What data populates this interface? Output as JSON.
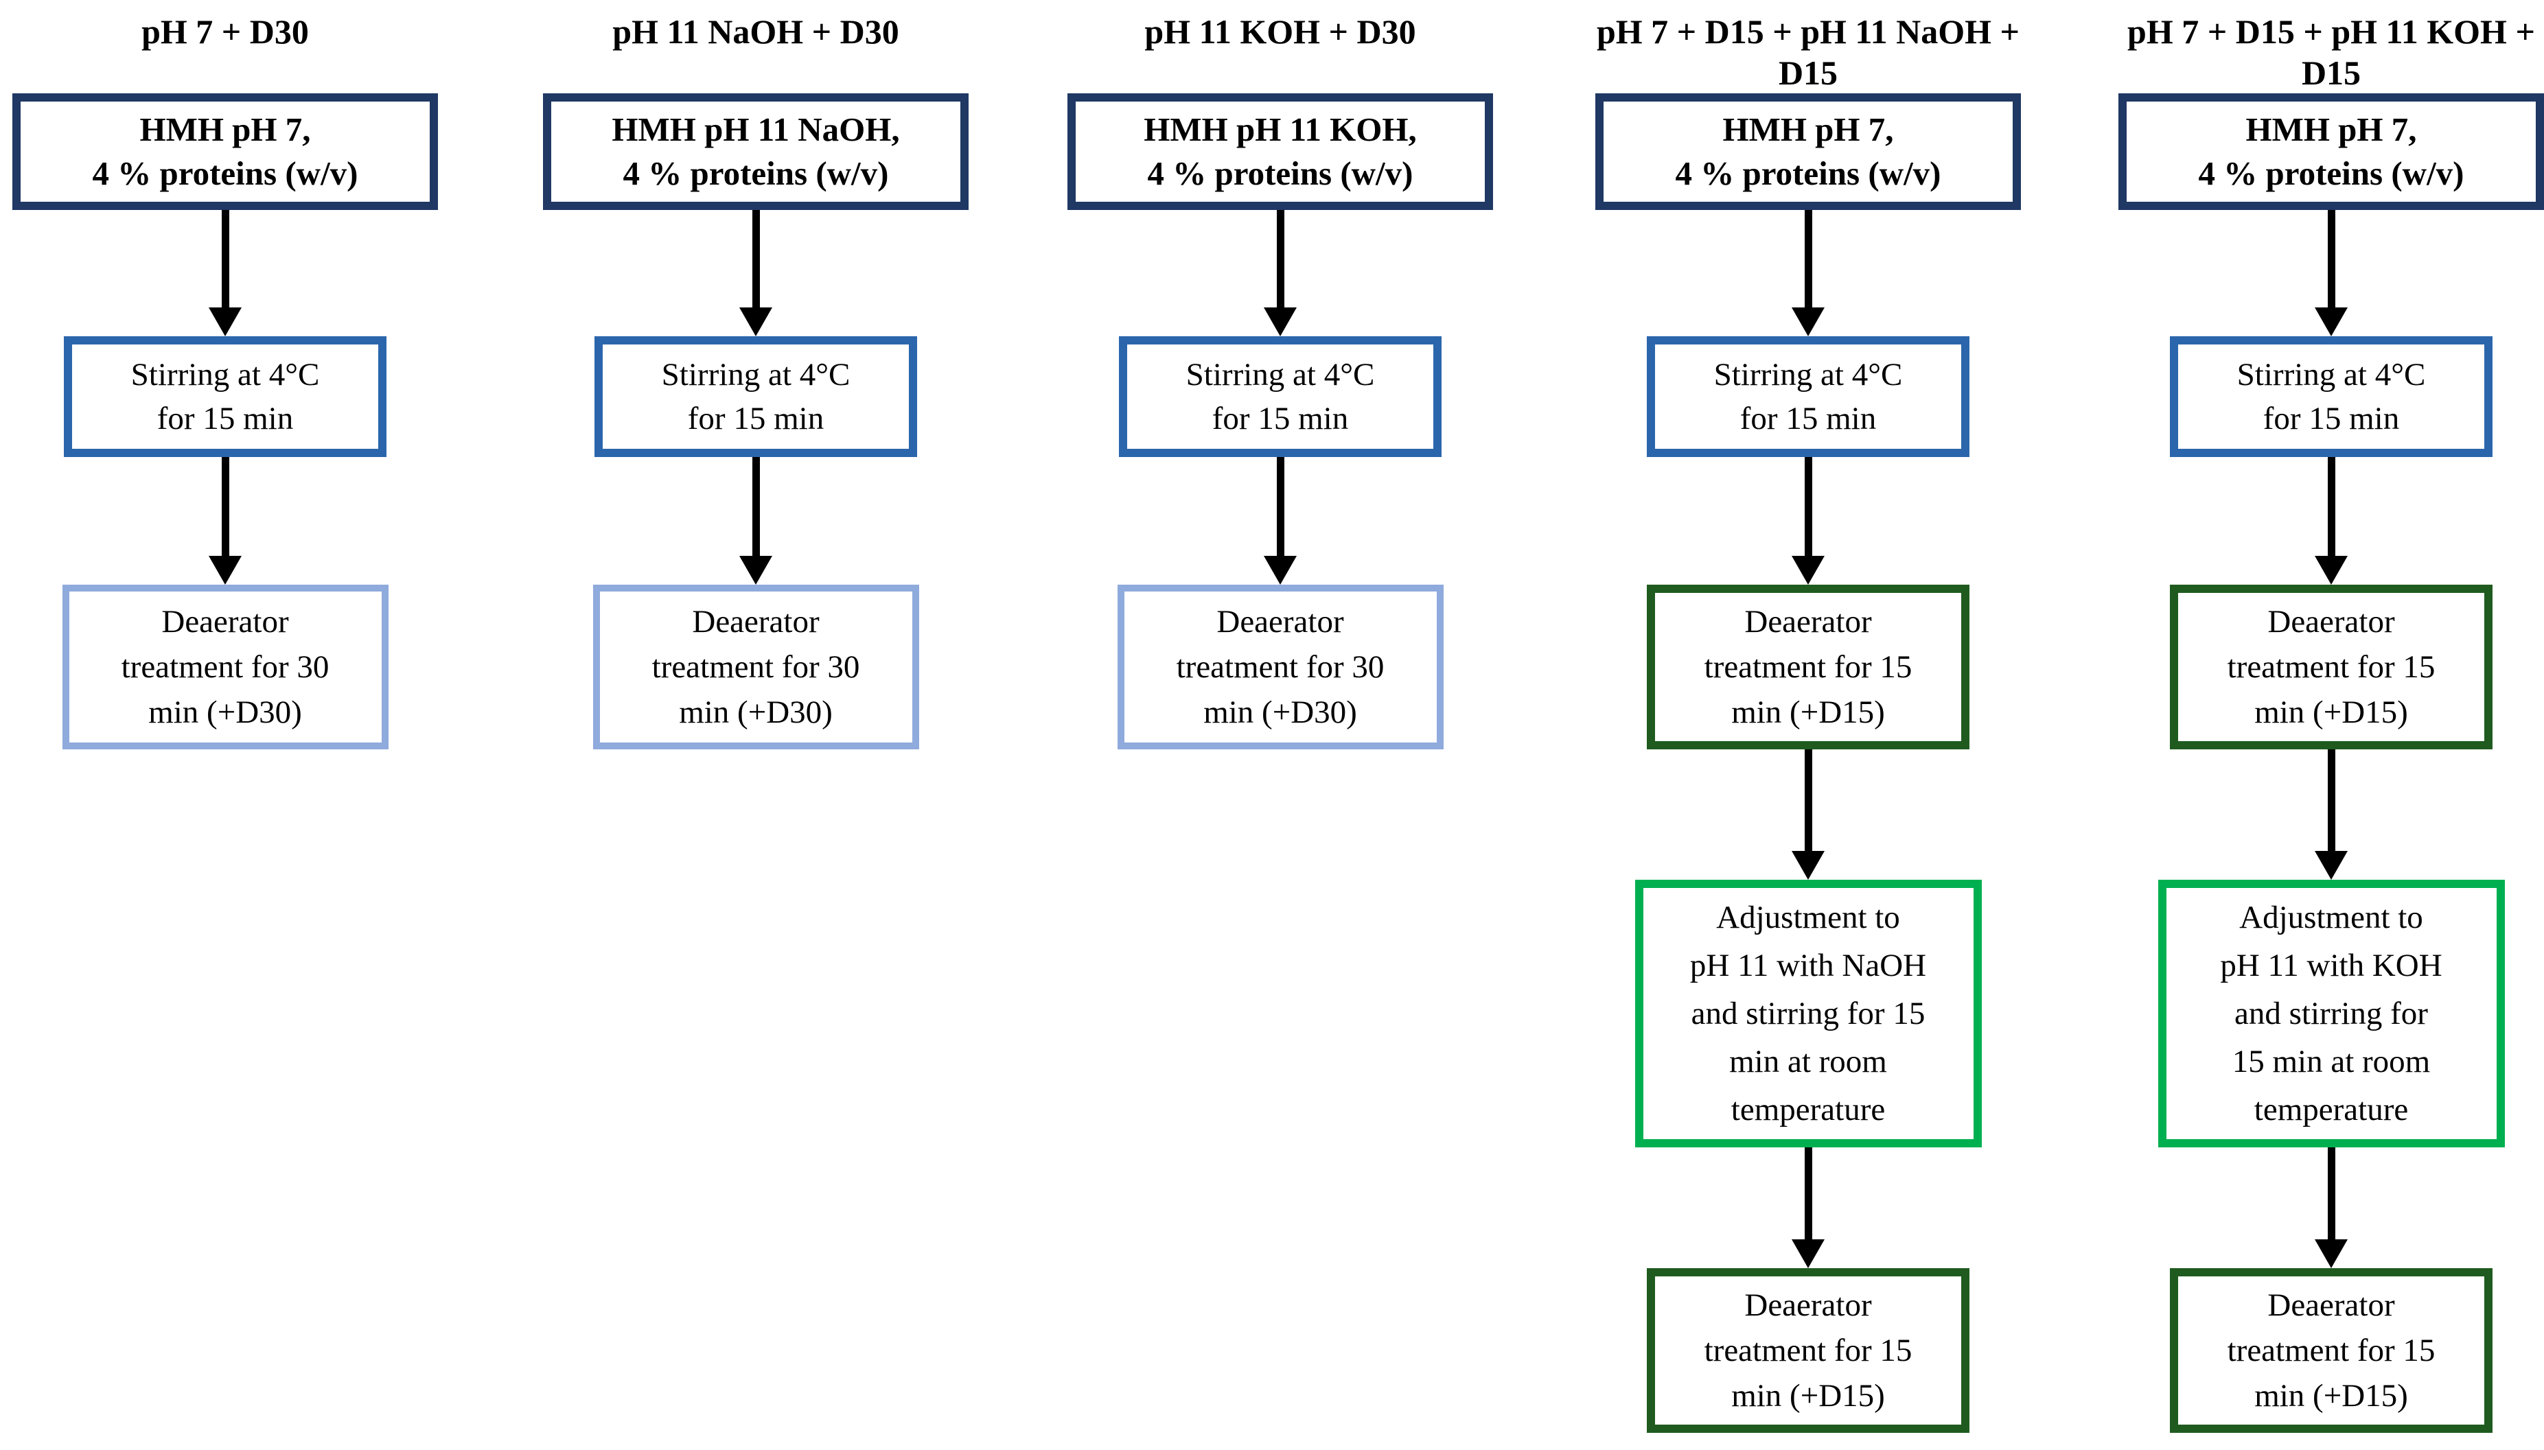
{
  "diagram": {
    "title_note": "Deaerator treatment process flowchart",
    "colors": {
      "navy_border": "#1F3864",
      "blue_border": "#2B66AC",
      "light_blue_border": "#8FAADC",
      "dark_green_border": "#1F5B1F",
      "bright_green_border": "#00B050",
      "arrow": "#000000",
      "text": "#000000",
      "background": "#FFFFFF"
    },
    "columns": [
      {
        "title": "pH 7 + D30",
        "steps": [
          {
            "label": "HMH pH 7,\n4 % proteins (w/v)"
          },
          {
            "label": "Stirring at 4°C\nfor 15 min"
          },
          {
            "label": "Deaerator\ntreatment for 30\nmin (+D30)"
          }
        ]
      },
      {
        "title": "pH 11 NaOH + D30",
        "steps": [
          {
            "label": "HMH pH 11 NaOH,\n4 % proteins (w/v)"
          },
          {
            "label": "Stirring at 4°C\nfor 15 min"
          },
          {
            "label": "Deaerator\ntreatment for 30\nmin (+D30)"
          }
        ]
      },
      {
        "title": "pH 11 KOH + D30",
        "steps": [
          {
            "label": "HMH pH 11 KOH,\n4 % proteins (w/v)"
          },
          {
            "label": "Stirring at 4°C\nfor 15 min"
          },
          {
            "label": "Deaerator\ntreatment for 30\nmin (+D30)"
          }
        ]
      },
      {
        "title": "pH 7 + D15 + pH 11 NaOH +\nD15",
        "steps": [
          {
            "label": "HMH pH 7,\n4 % proteins (w/v)"
          },
          {
            "label": "Stirring at 4°C\nfor 15 min"
          },
          {
            "label": "Deaerator\ntreatment for 15\nmin (+D15)"
          },
          {
            "label": "Adjustment to\npH 11 with NaOH\nand stirring for 15\nmin at room\ntemperature"
          },
          {
            "label": "Deaerator\ntreatment for 15\nmin (+D15)"
          }
        ]
      },
      {
        "title": "pH 7 + D15 + pH 11 KOH +\nD15",
        "steps": [
          {
            "label": "HMH pH 7,\n4 % proteins (w/v)"
          },
          {
            "label": "Stirring at 4°C\nfor 15 min"
          },
          {
            "label": "Deaerator\ntreatment for 15\nmin (+D15)"
          },
          {
            "label": "Adjustment to\npH 11 with KOH\nand stirring for\n15 min at room\ntemperature"
          },
          {
            "label": "Deaerator\ntreatment for 15\nmin (+D15)"
          }
        ]
      }
    ]
  }
}
